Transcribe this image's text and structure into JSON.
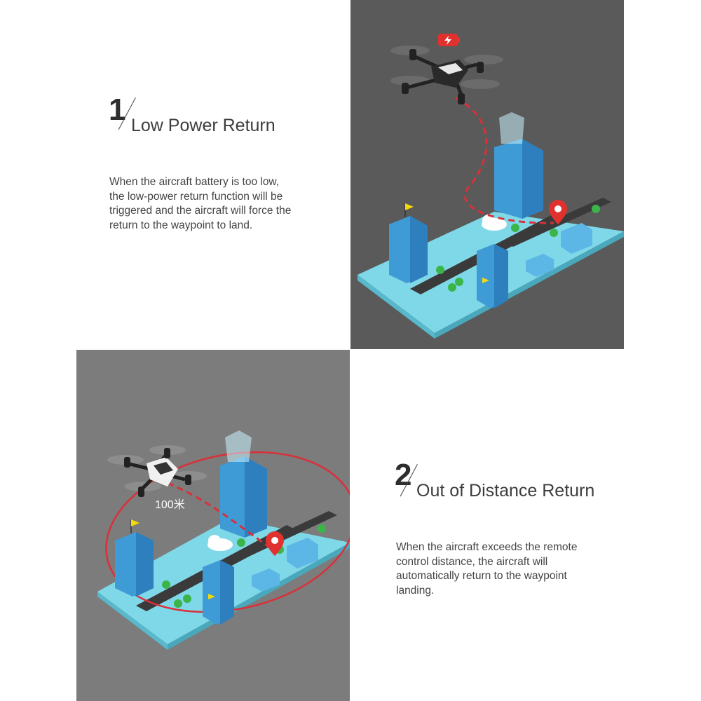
{
  "features": [
    {
      "number": "1",
      "title": "Low Power Return",
      "lines": [
        "When the aircraft battery is too low,",
        "the low-power return function will be",
        "triggered and the aircraft will force the",
        "return to the waypoint to land."
      ]
    },
    {
      "number": "2",
      "title": "Out of Distance Return",
      "lines": [
        "When the aircraft exceeds the remote",
        "control distance, the aircraft will",
        "automatically return to the waypoint",
        "landing."
      ]
    }
  ],
  "illustrations": {
    "low_power": {
      "icon": "low-battery-icon",
      "battery_color": "#e0312f"
    },
    "out_of_distance": {
      "distance_label": "100米"
    }
  },
  "colors": {
    "route": "#d9303a",
    "ground": "#7fd8e8",
    "building": "#3e9bd6"
  }
}
